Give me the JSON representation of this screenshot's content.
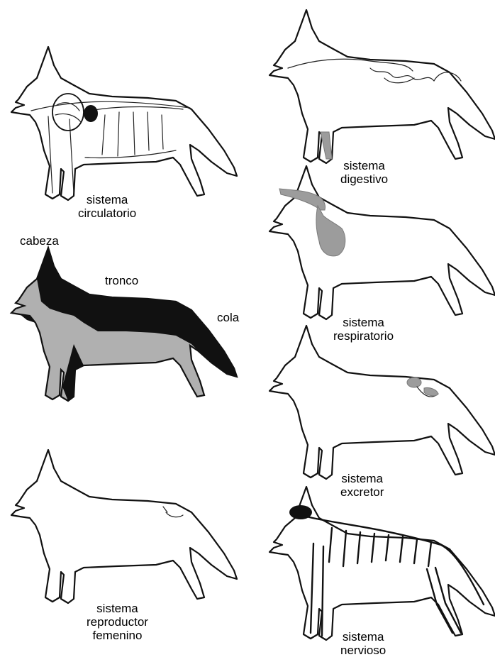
{
  "panels": [
    {
      "id": "circulatory",
      "label_lines": [
        "sistema",
        "circulatorio"
      ]
    },
    {
      "id": "digestive",
      "label_lines": [
        "sistema",
        "digestivo"
      ]
    },
    {
      "id": "respiratory",
      "label_lines": [
        "sistema",
        "respiratorio"
      ]
    },
    {
      "id": "excretory",
      "label_lines": [
        "sistema",
        "excretor"
      ]
    },
    {
      "id": "reproductive",
      "label_lines": [
        "sistema",
        "reproductor",
        "femenino"
      ]
    },
    {
      "id": "nervous",
      "label_lines": [
        "sistema",
        "nervioso"
      ]
    }
  ],
  "body_parts": {
    "head": "cabeza",
    "trunk": "tronco",
    "tail": "cola"
  }
}
